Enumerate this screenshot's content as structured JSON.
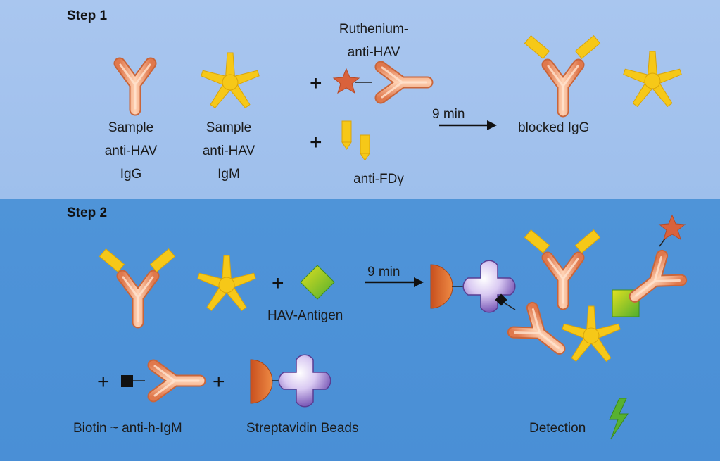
{
  "step1": {
    "title": "Step 1",
    "sample_igg_label": [
      "Sample",
      "anti-HAV",
      "IgG"
    ],
    "sample_igm_label": [
      "Sample",
      "anti-HAV",
      "IgM"
    ],
    "ruthenium_label": [
      "Ruthenium-",
      "anti-HAV"
    ],
    "anti_fd_label": "anti-FDγ",
    "time": "9 min",
    "blocked_label": "blocked IgG",
    "plus": "+"
  },
  "step2": {
    "title": "Step 2",
    "antigen_label": "HAV-Antigen",
    "time": "9 min",
    "biotin_label": "Biotin ~ anti-h-IgM",
    "beads_label": "Streptavidin Beads",
    "detection_label": "Detection",
    "plus": "+"
  },
  "colors": {
    "panel1_bg": "#a9c6ef",
    "panel2_bg": "#4f94d8",
    "antibody": "#f2a57c",
    "igm_yellow": "#f6c818",
    "ruthenium": "#d9623c",
    "antigen": "#7fc428",
    "bead": "#8e6cc7",
    "half_disc": "#d8632a",
    "lightning": "#4fa82a"
  }
}
